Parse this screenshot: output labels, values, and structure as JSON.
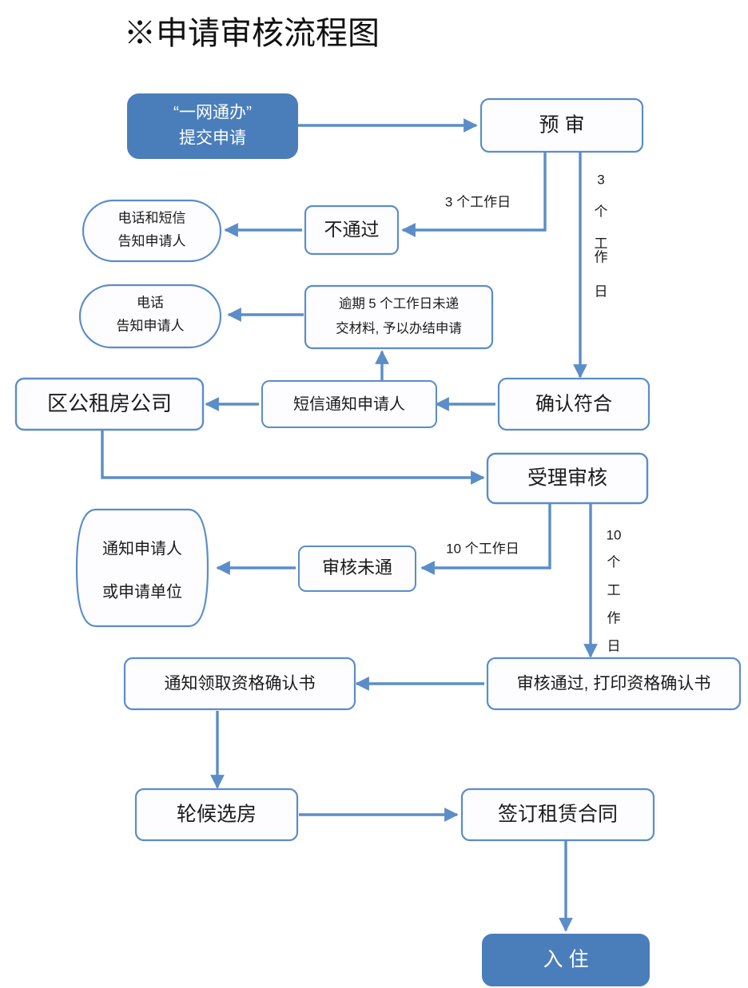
{
  "title": "※申请审核流程图",
  "colors": {
    "stroke": "#5B8DC8",
    "fill_accent": "#4A7EBB",
    "fill_plain": "#FDFDFF",
    "text_dark": "#1A1A1A",
    "text_light": "#FFFFFF"
  },
  "nodes": {
    "apply": {
      "line1": "“一网通办”",
      "line2": "提交申请"
    },
    "prelim": {
      "line1": "预 审"
    },
    "fail_prelim": {
      "line1": "不通过"
    },
    "notify_phone_sms": {
      "line1": "电话和短信",
      "line2": "告知申请人"
    },
    "overdue": {
      "line1": "逾期 5 个工作日未递",
      "line2": "交材料, 予以办结申请"
    },
    "notify_phone": {
      "line1": "电话",
      "line2": "告知申请人"
    },
    "sms_notify": {
      "line1": "短信通知申请人"
    },
    "confirm_ok": {
      "line1": "确认符合"
    },
    "district_company": {
      "line1": "区公租房公司"
    },
    "accept_review": {
      "line1": "受理审核"
    },
    "review_failed": {
      "line1": "审核未通"
    },
    "notify_applicant_unit": {
      "line1": "通知申请人",
      "line2": "或申请单位"
    },
    "review_passed_print": {
      "line1": "审核通过, 打印资格确认书"
    },
    "notify_collect_cert": {
      "line1": "通知领取资格确认书"
    },
    "queue_select_house": {
      "line1": "轮候选房"
    },
    "sign_lease": {
      "line1": "签订租赁合同"
    },
    "move_in": {
      "line1": "入 住"
    }
  },
  "edge_labels": {
    "prelim_to_fail": "3 个工作日",
    "prelim_to_confirm_vertical": [
      "3",
      "个",
      "工",
      "作",
      "日"
    ],
    "accept_to_failed": "10 个工作日",
    "accept_to_passed_vertical": [
      "10",
      "个",
      "工",
      "作",
      "日"
    ]
  },
  "chart_data": {
    "type": "diagram",
    "diagram_kind": "flowchart",
    "steps": [
      {
        "id": "apply",
        "label": "“一网通办”提交申请",
        "style": "filled-accent"
      },
      {
        "id": "prelim",
        "label": "预 审",
        "style": "rounded-rect"
      },
      {
        "id": "fail_prelim",
        "label": "不通过",
        "style": "rounded-rect"
      },
      {
        "id": "notify_phone_sms",
        "label": "电话和短信告知申请人",
        "style": "stadium"
      },
      {
        "id": "confirm_ok",
        "label": "确认符合",
        "style": "rounded-rect"
      },
      {
        "id": "sms_notify",
        "label": "短信通知申请人",
        "style": "rounded-rect"
      },
      {
        "id": "district_company",
        "label": "区公租房公司",
        "style": "rounded-rect"
      },
      {
        "id": "overdue",
        "label": "逾期 5 个工作日未递交材料, 予以办结申请",
        "style": "rounded-rect"
      },
      {
        "id": "notify_phone",
        "label": "电话告知申请人",
        "style": "stadium"
      },
      {
        "id": "accept_review",
        "label": "受理审核",
        "style": "rounded-rect"
      },
      {
        "id": "review_failed",
        "label": "审核未通",
        "style": "rounded-rect"
      },
      {
        "id": "notify_applicant_unit",
        "label": "通知申请人或申请单位",
        "style": "cylinder"
      },
      {
        "id": "review_passed_print",
        "label": "审核通过, 打印资格确认书",
        "style": "rounded-rect"
      },
      {
        "id": "notify_collect_cert",
        "label": "通知领取资格确认书",
        "style": "rounded-rect"
      },
      {
        "id": "queue_select_house",
        "label": "轮候选房",
        "style": "rounded-rect"
      },
      {
        "id": "sign_lease",
        "label": "签订租赁合同",
        "style": "rounded-rect"
      },
      {
        "id": "move_in",
        "label": "入 住",
        "style": "filled-accent"
      }
    ],
    "edges": [
      {
        "from": "apply",
        "to": "prelim",
        "label": ""
      },
      {
        "from": "prelim",
        "to": "fail_prelim",
        "label": "3 个工作日"
      },
      {
        "from": "fail_prelim",
        "to": "notify_phone_sms",
        "label": ""
      },
      {
        "from": "prelim",
        "to": "confirm_ok",
        "label": "3 个工作日"
      },
      {
        "from": "confirm_ok",
        "to": "sms_notify",
        "label": ""
      },
      {
        "from": "sms_notify",
        "to": "district_company",
        "label": ""
      },
      {
        "from": "sms_notify",
        "to": "overdue",
        "label": ""
      },
      {
        "from": "overdue",
        "to": "notify_phone",
        "label": ""
      },
      {
        "from": "district_company",
        "to": "accept_review",
        "label": ""
      },
      {
        "from": "accept_review",
        "to": "review_failed",
        "label": "10 个工作日"
      },
      {
        "from": "review_failed",
        "to": "notify_applicant_unit",
        "label": ""
      },
      {
        "from": "accept_review",
        "to": "review_passed_print",
        "label": "10 个工作日"
      },
      {
        "from": "review_passed_print",
        "to": "notify_collect_cert",
        "label": ""
      },
      {
        "from": "notify_collect_cert",
        "to": "queue_select_house",
        "label": ""
      },
      {
        "from": "queue_select_house",
        "to": "sign_lease",
        "label": ""
      },
      {
        "from": "sign_lease",
        "to": "move_in",
        "label": ""
      }
    ]
  }
}
